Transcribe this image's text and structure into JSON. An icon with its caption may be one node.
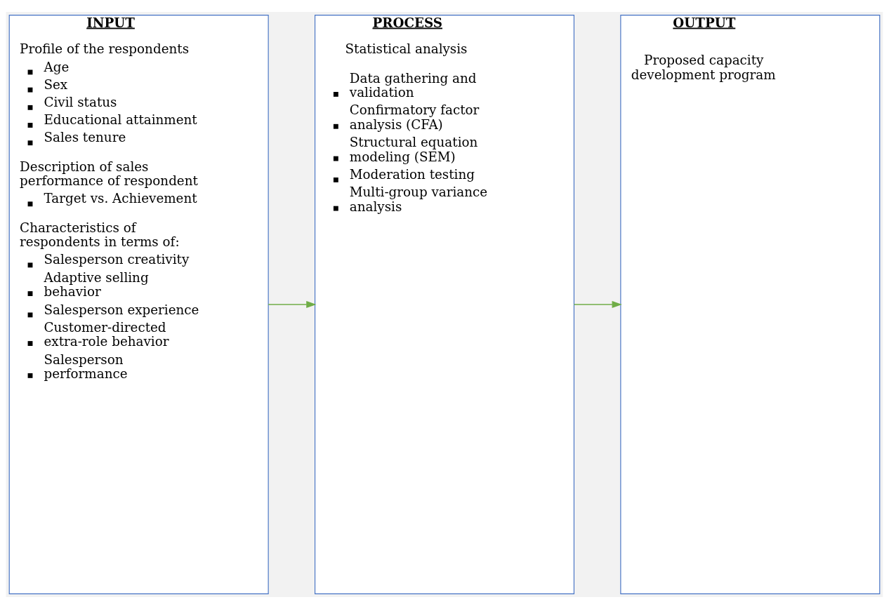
{
  "diagram": {
    "nodes": [
      {
        "text": [
          "INPUT",
          "Profile of the respondents",
          "Age",
          "Sex",
          "Civil status",
          "Educational attainment",
          "Sales tenure",
          "Description of sales performance of respondent",
          "Target vs. Achievement",
          "Characteristics of respondents in terms of:",
          "Salesperson creativity",
          "Adaptive selling behavior",
          "Salesperson experience",
          "Customer-directed extra-role behavior",
          "Salesperson performance"
        ]
      },
      {
        "text": [
          "PROCESS",
          "Statistical analysis",
          "Data gathering and validation",
          "Confirmatory factor analysis (CFA)",
          "Structural equation modeling (SEM)",
          "Moderation testing",
          "Multi-group variance analysis"
        ]
      },
      {
        "text": [
          "OUTPUT",
          "Proposed capacity development program"
        ]
      }
    ],
    "edges": [
      {
        "from": 0,
        "to": 1,
        "arrow": "to"
      },
      {
        "from": 1,
        "to": 2,
        "arrow": "to"
      }
    ]
  }
}
